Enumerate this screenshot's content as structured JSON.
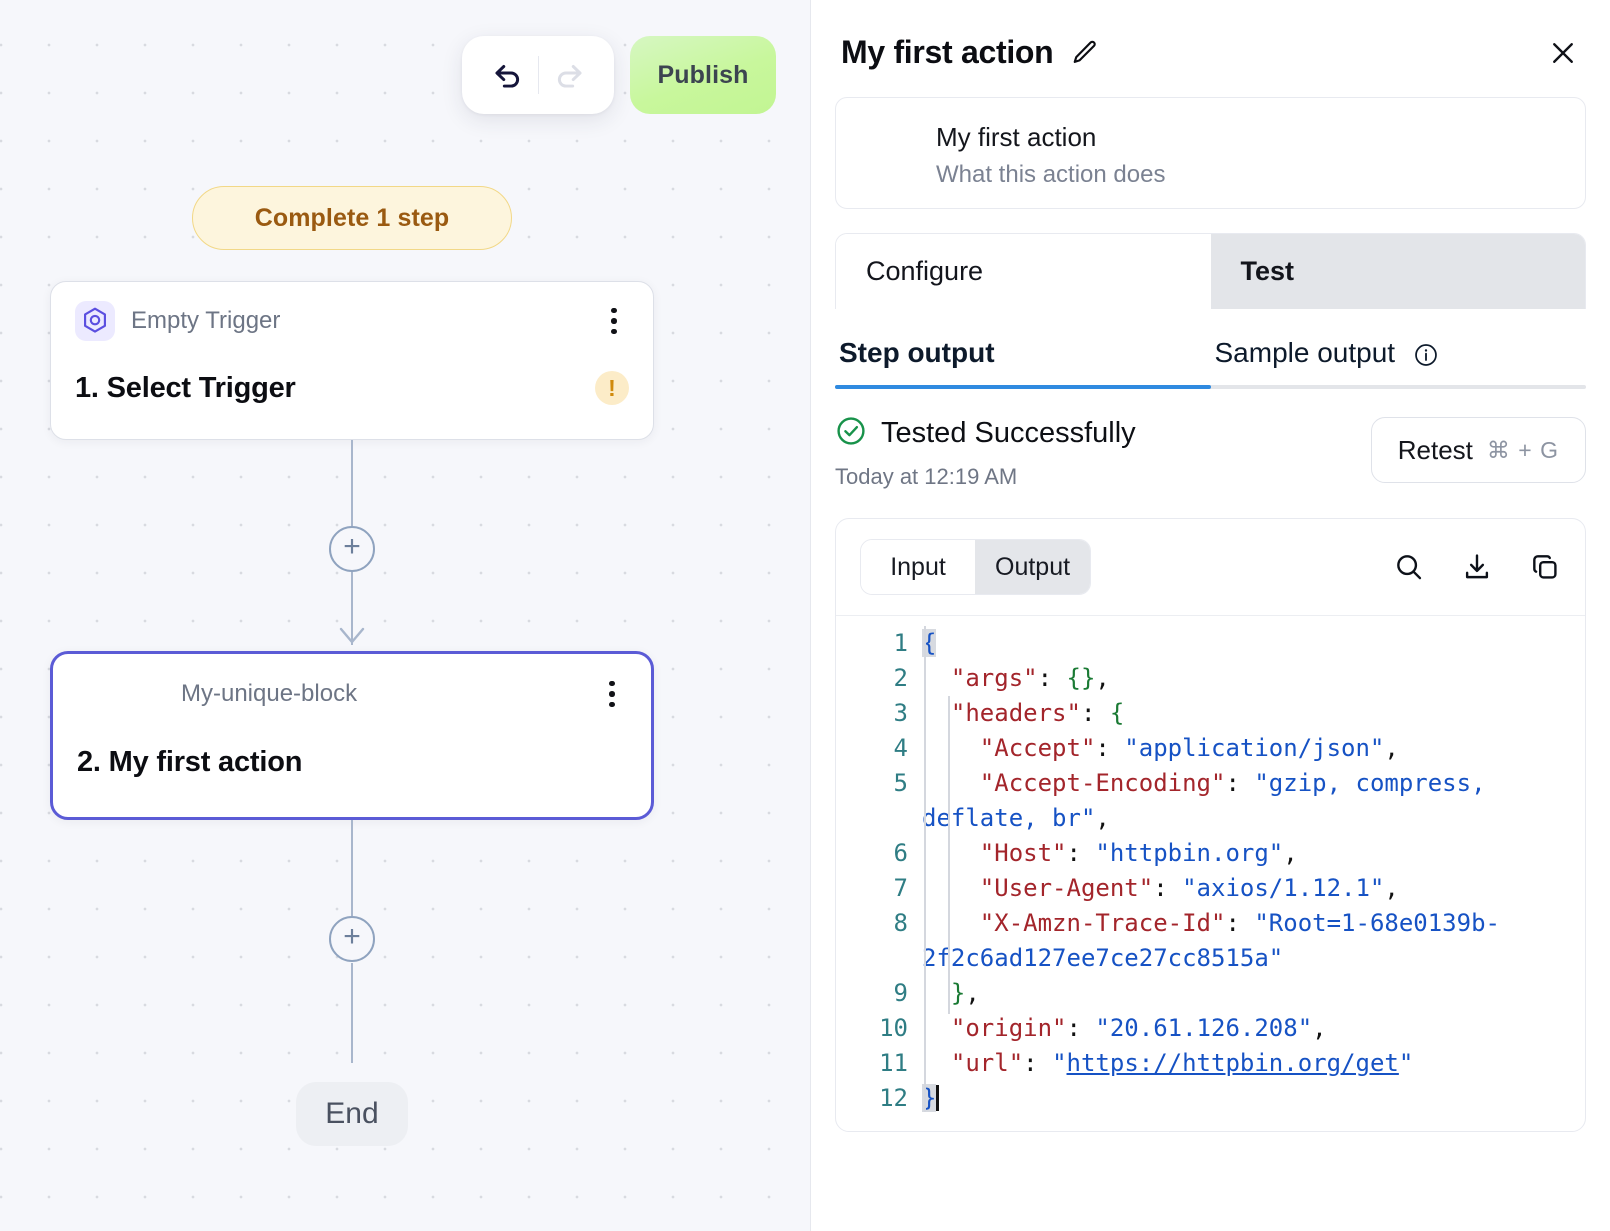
{
  "canvas": {
    "toolbar": {
      "undo_label": "Undo",
      "undo_icon": "undo-arrow-icon",
      "redo_label": "Redo",
      "redo_icon": "redo-arrow-icon",
      "publish_label": "Publish",
      "publish_color": "#c8f79c"
    },
    "status_pill": {
      "label": "Complete 1 step",
      "text_color": "#9a5a11",
      "bg_color": "#fdf5dd",
      "border_color": "#f2d887"
    },
    "nodes": [
      {
        "subtitle": "Empty Trigger",
        "title": "1. Select Trigger",
        "icon": "hexagon-trigger-icon",
        "menu_icon": "kebab-menu-icon",
        "badge_icon": "warning-icon",
        "badge_glyph": "!",
        "selected": false
      },
      {
        "subtitle": "My-unique-block",
        "title": "2. My first action",
        "menu_icon": "kebab-menu-icon",
        "selected": true,
        "selected_color": "#5b5bd6"
      }
    ],
    "add_button_glyph": "+",
    "end_node_label": "End"
  },
  "panel": {
    "title": "My first action",
    "edit_icon": "pencil-icon",
    "close_icon": "close-icon",
    "description_card": {
      "name": "My first action",
      "subtitle": "What this action does"
    },
    "tabs": [
      {
        "label": "Configure",
        "active": false
      },
      {
        "label": "Test",
        "active": true
      }
    ],
    "subtabs": [
      {
        "label": "Step output",
        "active": true,
        "info_icon": null
      },
      {
        "label": "Sample output",
        "active": false,
        "info_icon": "info-circle-icon"
      }
    ],
    "underline_color": "#2f8ae0",
    "test_status": {
      "icon": "check-circle-icon",
      "icon_color": "#18924a",
      "text": "Tested Successfully",
      "timestamp": "Today at 12:19 AM"
    },
    "retest_button": {
      "label": "Retest",
      "shortcut": "⌘ + G"
    },
    "code_panel": {
      "segments": [
        {
          "label": "Input",
          "active": false
        },
        {
          "label": "Output",
          "active": true
        }
      ],
      "icons": [
        {
          "name": "search-icon"
        },
        {
          "name": "download-icon"
        },
        {
          "name": "copy-icon"
        }
      ],
      "line_numbers": [
        "1",
        "2",
        "3",
        "4",
        "5",
        "",
        "6",
        "7",
        "8",
        "",
        "",
        "9",
        "10",
        "11",
        "12"
      ],
      "lines": [
        {
          "n": "1",
          "segments": [
            {
              "t": "{",
              "c": "b sel"
            }
          ]
        },
        {
          "n": "2",
          "segments": [
            {
              "t": "  ",
              "c": "p"
            },
            {
              "t": "\"args\"",
              "c": "k"
            },
            {
              "t": ": ",
              "c": "p"
            },
            {
              "t": "{}",
              "c": "g"
            },
            {
              "t": ",",
              "c": "p"
            }
          ]
        },
        {
          "n": "3",
          "segments": [
            {
              "t": "  ",
              "c": "p"
            },
            {
              "t": "\"headers\"",
              "c": "k"
            },
            {
              "t": ": ",
              "c": "p"
            },
            {
              "t": "{",
              "c": "g"
            }
          ]
        },
        {
          "n": "4",
          "segments": [
            {
              "t": "    ",
              "c": "p"
            },
            {
              "t": "\"Accept\"",
              "c": "k"
            },
            {
              "t": ": ",
              "c": "p"
            },
            {
              "t": "\"application/json\"",
              "c": "s"
            },
            {
              "t": ",",
              "c": "p"
            }
          ]
        },
        {
          "n": "5",
          "segments": [
            {
              "t": "    ",
              "c": "p"
            },
            {
              "t": "\"Accept-Encoding\"",
              "c": "k"
            },
            {
              "t": ": ",
              "c": "p"
            },
            {
              "t": "\"gzip, compress, deflate, br\"",
              "c": "s"
            },
            {
              "t": ",",
              "c": "p"
            }
          ]
        },
        {
          "n": "6",
          "segments": [
            {
              "t": "    ",
              "c": "p"
            },
            {
              "t": "\"Host\"",
              "c": "k"
            },
            {
              "t": ": ",
              "c": "p"
            },
            {
              "t": "\"httpbin.org\"",
              "c": "s"
            },
            {
              "t": ",",
              "c": "p"
            }
          ]
        },
        {
          "n": "7",
          "segments": [
            {
              "t": "    ",
              "c": "p"
            },
            {
              "t": "\"User-Agent\"",
              "c": "k"
            },
            {
              "t": ": ",
              "c": "p"
            },
            {
              "t": "\"axios/1.12.1\"",
              "c": "s"
            },
            {
              "t": ",",
              "c": "p"
            }
          ]
        },
        {
          "n": "8",
          "segments": [
            {
              "t": "    ",
              "c": "p"
            },
            {
              "t": "\"X-Amzn-Trace-Id\"",
              "c": "k"
            },
            {
              "t": ": ",
              "c": "p"
            },
            {
              "t": "\"Root=1-68e0139b-2f2c6ad127ee7ce27cc8515a\"",
              "c": "s"
            }
          ]
        },
        {
          "n": "9",
          "segments": [
            {
              "t": "  ",
              "c": "p"
            },
            {
              "t": "}",
              "c": "g"
            },
            {
              "t": ",",
              "c": "p"
            }
          ]
        },
        {
          "n": "10",
          "segments": [
            {
              "t": "  ",
              "c": "p"
            },
            {
              "t": "\"origin\"",
              "c": "k"
            },
            {
              "t": ": ",
              "c": "p"
            },
            {
              "t": "\"20.61.126.208\"",
              "c": "s"
            },
            {
              "t": ",",
              "c": "p"
            }
          ]
        },
        {
          "n": "11",
          "segments": [
            {
              "t": "  ",
              "c": "p"
            },
            {
              "t": "\"url\"",
              "c": "k"
            },
            {
              "t": ": ",
              "c": "p"
            },
            {
              "t": "\"",
              "c": "s"
            },
            {
              "t": "https://httpbin.org/get",
              "c": "u"
            },
            {
              "t": "\"",
              "c": "s"
            }
          ]
        },
        {
          "n": "12",
          "segments": [
            {
              "t": "}",
              "c": "b sel"
            }
          ]
        }
      ],
      "raw_json": {
        "args": {},
        "headers": {
          "Accept": "application/json",
          "Accept-Encoding": "gzip, compress, deflate, br",
          "Host": "httpbin.org",
          "User-Agent": "axios/1.12.1",
          "X-Amzn-Trace-Id": "Root=1-68e0139b-2f2c6ad127ee7ce27cc8515a"
        },
        "origin": "20.61.126.208",
        "url": "https://httpbin.org/get"
      }
    }
  }
}
